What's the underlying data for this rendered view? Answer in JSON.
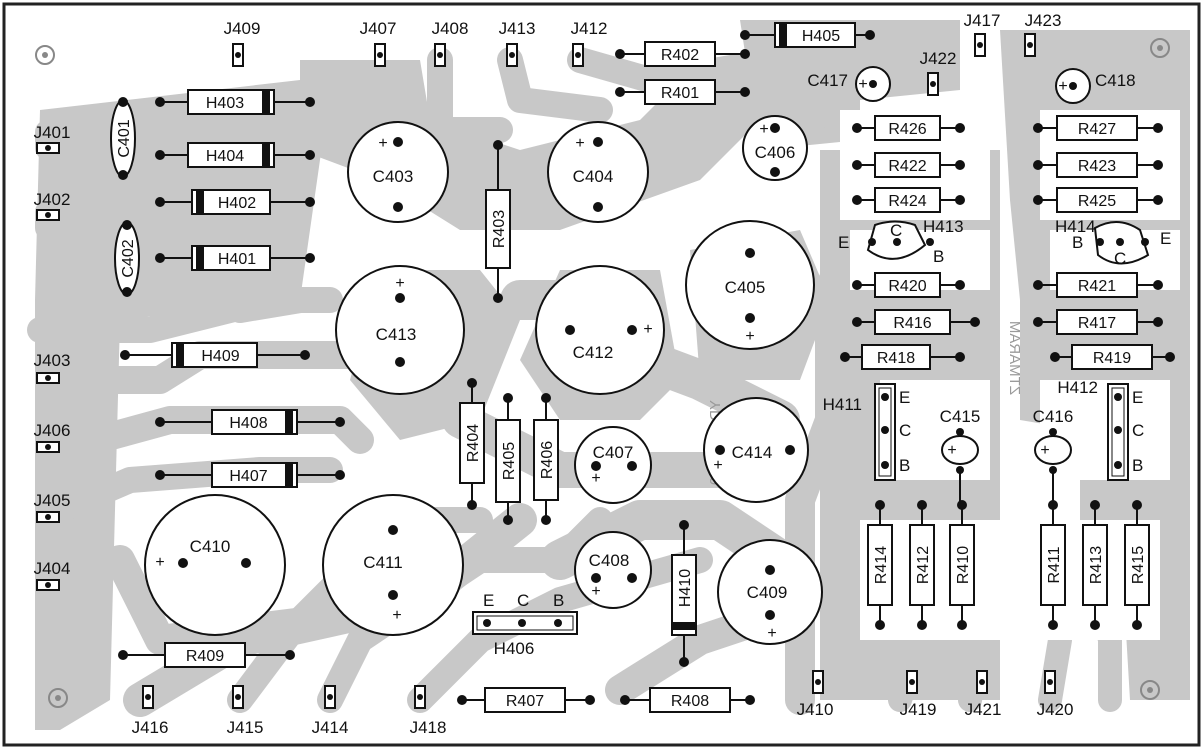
{
  "board_color": "#c8c8c8",
  "trace_color": "#bdbdbd",
  "ink_color": "#111111",
  "resistors": [
    {
      "label": "R402"
    },
    {
      "label": "R401"
    },
    {
      "label": "R426"
    },
    {
      "label": "R427"
    },
    {
      "label": "R422"
    },
    {
      "label": "R423"
    },
    {
      "label": "R424"
    },
    {
      "label": "R425"
    },
    {
      "label": "R420"
    },
    {
      "label": "R421"
    },
    {
      "label": "R416"
    },
    {
      "label": "R417"
    },
    {
      "label": "R418"
    },
    {
      "label": "R419"
    },
    {
      "label": "R409"
    },
    {
      "label": "R407"
    },
    {
      "label": "R408"
    },
    {
      "label": "R403"
    },
    {
      "label": "R404"
    },
    {
      "label": "R405"
    },
    {
      "label": "R406"
    },
    {
      "label": "R414"
    },
    {
      "label": "R412"
    },
    {
      "label": "R410"
    },
    {
      "label": "R411"
    },
    {
      "label": "R413"
    },
    {
      "label": "R415"
    }
  ],
  "diodes": [
    {
      "label": "H403"
    },
    {
      "label": "H404"
    },
    {
      "label": "H402"
    },
    {
      "label": "H401"
    },
    {
      "label": "H409"
    },
    {
      "label": "H408"
    },
    {
      "label": "H407"
    },
    {
      "label": "H405"
    },
    {
      "label": "H410"
    }
  ],
  "capacitors": [
    {
      "label": "C403"
    },
    {
      "label": "C404"
    },
    {
      "label": "C413"
    },
    {
      "label": "C412"
    },
    {
      "label": "C405"
    },
    {
      "label": "C414"
    },
    {
      "label": "C411"
    },
    {
      "label": "C410"
    },
    {
      "label": "C409"
    },
    {
      "label": "C406"
    },
    {
      "label": "C407"
    },
    {
      "label": "C408"
    },
    {
      "label": "C401"
    },
    {
      "label": "C402"
    },
    {
      "label": "C417"
    },
    {
      "label": "C418"
    },
    {
      "label": "C415"
    },
    {
      "label": "C416"
    }
  ],
  "transistors": [
    {
      "label": "H413",
      "pins": [
        "E",
        "C",
        "B"
      ]
    },
    {
      "label": "H414",
      "pins": [
        "B",
        "C",
        "E"
      ]
    },
    {
      "label": "H411",
      "pins": [
        "E",
        "C",
        "B"
      ]
    },
    {
      "label": "H412",
      "pins": [
        "E",
        "C",
        "B"
      ]
    },
    {
      "label": "H406",
      "pins": [
        "E",
        "C",
        "B"
      ]
    }
  ],
  "jacks": [
    {
      "label": "J409"
    },
    {
      "label": "J407"
    },
    {
      "label": "J408"
    },
    {
      "label": "J413"
    },
    {
      "label": "J412"
    },
    {
      "label": "J417"
    },
    {
      "label": "J423"
    },
    {
      "label": "J422"
    },
    {
      "label": "J401"
    },
    {
      "label": "J402"
    },
    {
      "label": "J403"
    },
    {
      "label": "J406"
    },
    {
      "label": "J405"
    },
    {
      "label": "J404"
    },
    {
      "label": "J416"
    },
    {
      "label": "J415"
    },
    {
      "label": "J414"
    },
    {
      "label": "J418"
    },
    {
      "label": "J410"
    },
    {
      "label": "J419"
    },
    {
      "label": "J421"
    },
    {
      "label": "J420"
    }
  ],
  "mirrored_marks": [
    "YD2830Z1-0",
    "ZTMARAM"
  ]
}
